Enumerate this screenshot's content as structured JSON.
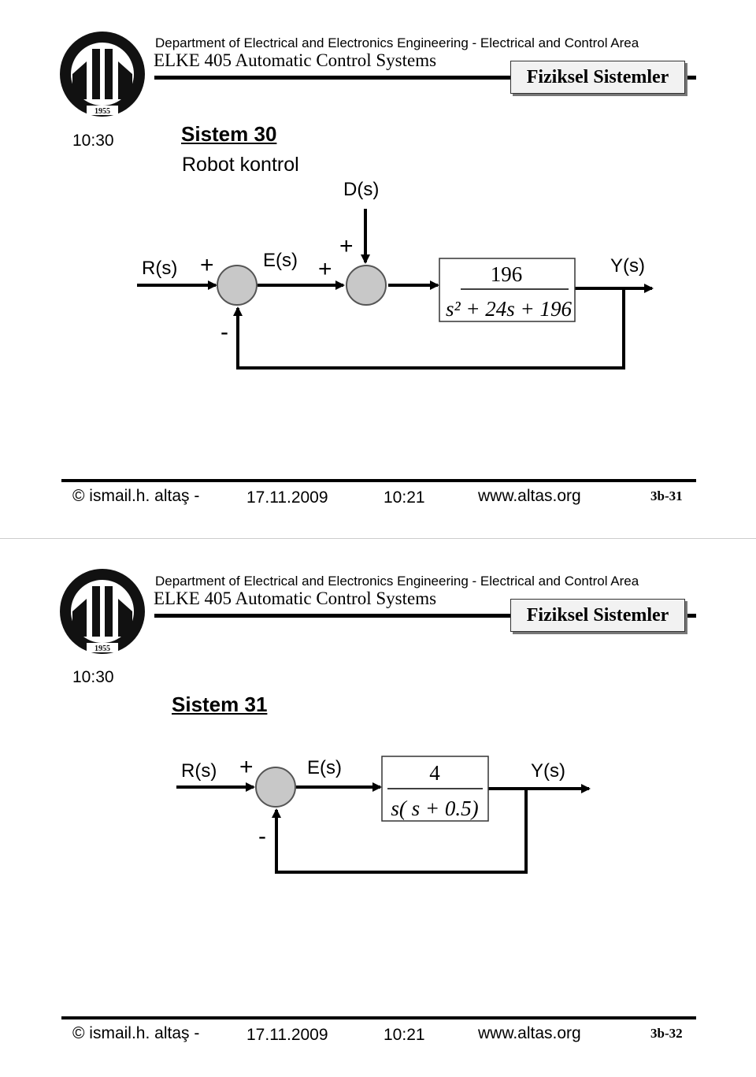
{
  "slides": [
    {
      "header": {
        "department": "Department of Electrical and Electronics Engineering - Electrical and Control Area",
        "course": "ELKE 405 Automatic Control Systems",
        "topic": "Fiziksel Sistemler",
        "logo_year": "1955"
      },
      "time": "10:30",
      "system_title": "Sistem 30",
      "subtitle": "Robot kontrol",
      "diagram": {
        "input_label": "R(s)",
        "error_label": "E(s)",
        "disturbance_label": "D(s)",
        "output_label": "Y(s)",
        "sign_plus_1": "+",
        "sign_minus": "-",
        "sign_plus_2": "+",
        "sign_plus_3": "+",
        "tf_numerator": "196",
        "tf_denominator": "s² + 24s + 196"
      },
      "footer": {
        "author": "© ismail.h. altaş -",
        "date": "17.11.2009",
        "time": "10:21",
        "website": "www.altas.org",
        "page": "3b-31"
      }
    },
    {
      "header": {
        "department": "Department of Electrical and Electronics Engineering - Electrical and Control Area",
        "course": "ELKE 405 Automatic Control Systems",
        "topic": "Fiziksel Sistemler",
        "logo_year": "1955"
      },
      "time": "10:30",
      "system_title": "Sistem 31",
      "diagram": {
        "input_label": "R(s)",
        "error_label": "E(s)",
        "output_label": "Y(s)",
        "sign_plus_1": "+",
        "sign_minus": "-",
        "tf_numerator": "4",
        "tf_denominator": "s( s + 0.5)"
      },
      "footer": {
        "author": "© ismail.h. altaş -",
        "date": "17.11.2009",
        "time": "10:21",
        "website": "www.altas.org",
        "page": "3b-32"
      }
    }
  ]
}
